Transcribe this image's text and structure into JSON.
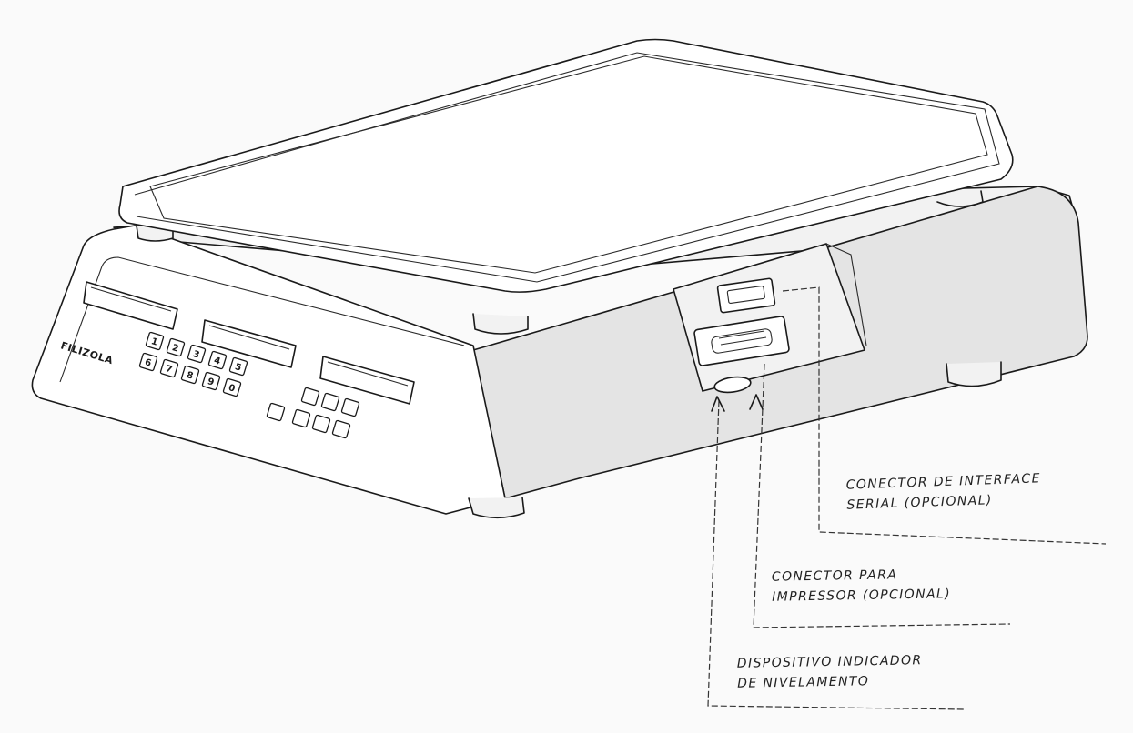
{
  "brand": "FILIZOLA",
  "keypad": {
    "top_row": [
      "1",
      "2",
      "3",
      "4",
      "5"
    ],
    "bottom_row": [
      "6",
      "7",
      "8",
      "9",
      "0"
    ]
  },
  "callouts": {
    "serial": {
      "line1": "CONECTOR DE INTERFACE",
      "line2": "SERIAL (OPCIONAL)"
    },
    "printer": {
      "line1": "CONECTOR PARA",
      "line2": "IMPRESSOR (OPCIONAL)"
    },
    "level": {
      "line1": "DISPOSITIVO INDICADOR",
      "line2": "DE NIVELAMENTO"
    }
  }
}
